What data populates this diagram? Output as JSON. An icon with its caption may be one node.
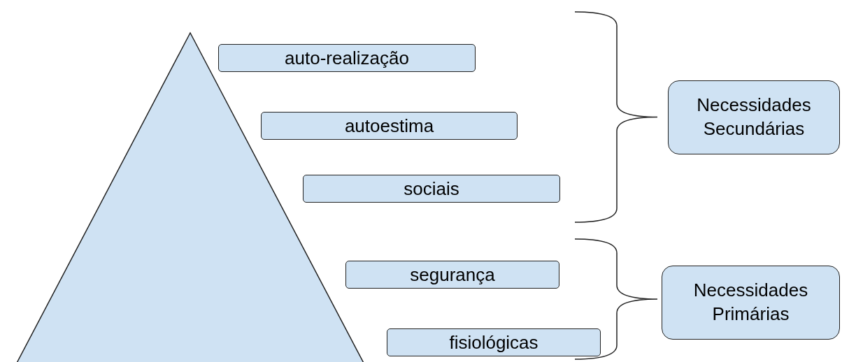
{
  "diagram": {
    "nodes": [
      {
        "text": [],
        "shape": "triangle"
      },
      {
        "text": [
          "auto-realização"
        ]
      },
      {
        "text": [
          "autoestima"
        ]
      },
      {
        "text": [
          "sociais"
        ]
      },
      {
        "text": [
          "segurança"
        ]
      },
      {
        "text": [
          "fisiológicas"
        ]
      },
      {
        "text": [
          "Necessidades Secundárias"
        ]
      },
      {
        "text": [
          "Necessidades Primárias"
        ]
      }
    ],
    "edges": []
  }
}
